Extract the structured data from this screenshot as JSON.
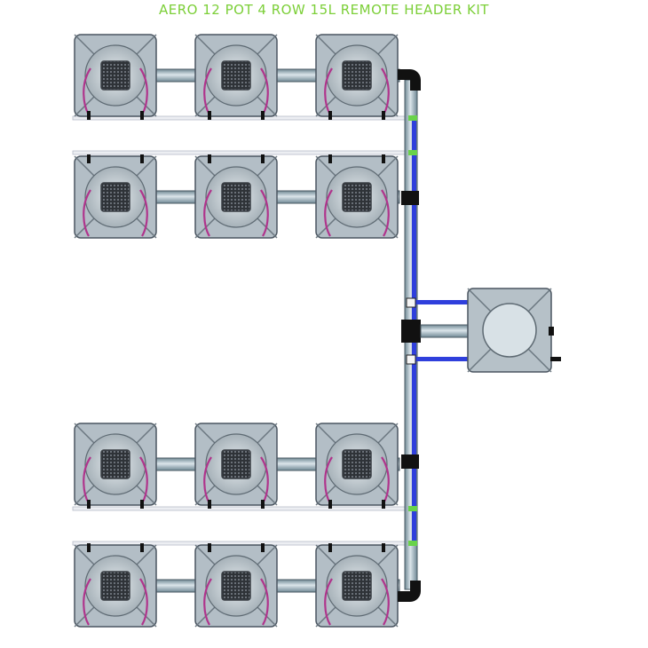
{
  "title": "AERO 12 POT 4 ROW 15L REMOTE HEADER KIT",
  "colors": {
    "title": "#7ccf38",
    "pot_body": "#b9c4cc",
    "pot_edge": "#4a5560",
    "net_pot": "#3a3f45",
    "drip_loop": "#b0348c",
    "pipe": "#8fa7b3",
    "feed_line": "#2f3fdc",
    "connector": "#69d34a",
    "fitting": "#111111"
  },
  "icons": {
    "pot": "pot-icon",
    "reservoir": "reservoir-icon",
    "header": "header-pipe"
  },
  "layout": {
    "rows": 4,
    "pots_per_row": 3,
    "total_pots": 12
  }
}
